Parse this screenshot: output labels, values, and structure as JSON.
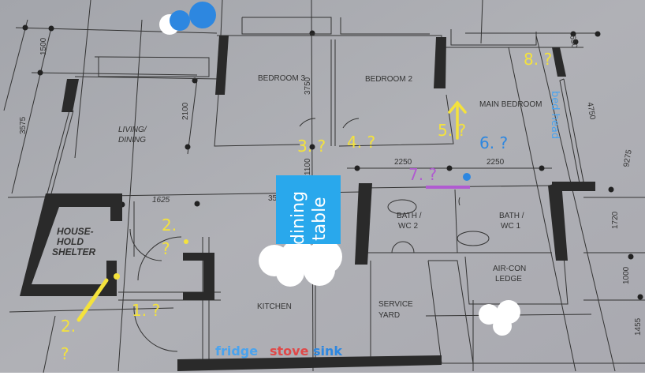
{
  "rooms": {
    "bedroom3": "BEDROOM 3",
    "bedroom2": "BEDROOM 2",
    "main_bedroom": "MAIN BEDROOM",
    "living_dining": [
      "LIVING/",
      "DINING"
    ],
    "household_shelter": [
      "HOUSE-",
      "HOLD",
      "SHELTER"
    ],
    "kitchen": "KITCHEN",
    "service_yard": [
      "SERVICE",
      "YARD"
    ],
    "bath2": [
      "BATH /",
      "WC 2"
    ],
    "bath1": [
      "BATH /",
      "WC 1"
    ],
    "aircon_ledge": [
      "AIR-CON",
      "LEDGE"
    ]
  },
  "dimensions": {
    "d1500": "1500",
    "d3575": "3575",
    "d2100": "2100",
    "d3750": "3750",
    "d1100": "1100",
    "d1625": "1625",
    "d2250a": "2250",
    "d2250b": "2250",
    "d650": "650",
    "d4750": "4750",
    "d9275": "9275",
    "d1720": "1720",
    "d1000": "1000",
    "d1455": "1455",
    "d3x": "35"
  },
  "annotations": {
    "a1": "1. ?",
    "a2_top": [
      "2.",
      "?"
    ],
    "a2_bottom": [
      "2.",
      "?"
    ],
    "a3": "3. ?",
    "a4": "4. ?",
    "a5": "5. ?",
    "a6": "6. ?",
    "a7": "7. ?",
    "a8": "8. ?",
    "bed_head": "bed head",
    "dining_table": [
      "dining",
      "table"
    ],
    "fridge": "fridge",
    "stove": "stove",
    "sink": "sink"
  },
  "colors": {
    "paper": "#a7a8ae",
    "yellow": "#f4e23c",
    "blue": "#2d87e0",
    "purple": "#b05bd0",
    "light_blue": "#4aa3ee",
    "red": "#e04848",
    "table_blue": "#29a8ec"
  }
}
